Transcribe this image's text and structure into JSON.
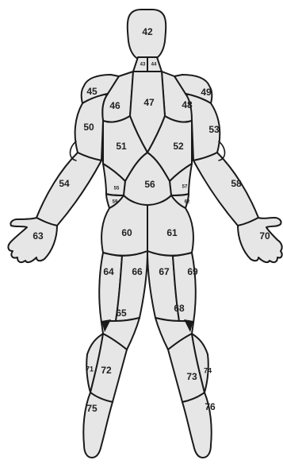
{
  "regions": [
    {
      "id": "42",
      "label": "42"
    },
    {
      "id": "43",
      "label": "43"
    },
    {
      "id": "44",
      "label": "44"
    },
    {
      "id": "45",
      "label": "45"
    },
    {
      "id": "46",
      "label": "46"
    },
    {
      "id": "47",
      "label": "47"
    },
    {
      "id": "48",
      "label": "48"
    },
    {
      "id": "49",
      "label": "49"
    },
    {
      "id": "50",
      "label": "50"
    },
    {
      "id": "51",
      "label": "51"
    },
    {
      "id": "52",
      "label": "52"
    },
    {
      "id": "53",
      "label": "53"
    },
    {
      "id": "54",
      "label": "54"
    },
    {
      "id": "55",
      "label": "55"
    },
    {
      "id": "56",
      "label": "56"
    },
    {
      "id": "57",
      "label": "57"
    },
    {
      "id": "58",
      "label": "58"
    },
    {
      "id": "59",
      "label": "59"
    },
    {
      "id": "60",
      "label": "60"
    },
    {
      "id": "61",
      "label": "61"
    },
    {
      "id": "62",
      "label": "62"
    },
    {
      "id": "63",
      "label": "63"
    },
    {
      "id": "64",
      "label": "64"
    },
    {
      "id": "65",
      "label": "65"
    },
    {
      "id": "66",
      "label": "66"
    },
    {
      "id": "67",
      "label": "67"
    },
    {
      "id": "68",
      "label": "68"
    },
    {
      "id": "69",
      "label": "69"
    },
    {
      "id": "70",
      "label": "70"
    },
    {
      "id": "71",
      "label": "71"
    },
    {
      "id": "72",
      "label": "72"
    },
    {
      "id": "73",
      "label": "73"
    },
    {
      "id": "74",
      "label": "74"
    },
    {
      "id": "75",
      "label": "75"
    },
    {
      "id": "76",
      "label": "76"
    }
  ],
  "colors": {
    "fill": "#e6e6e6",
    "outline": "#1a1a1a",
    "text": "#222222"
  }
}
